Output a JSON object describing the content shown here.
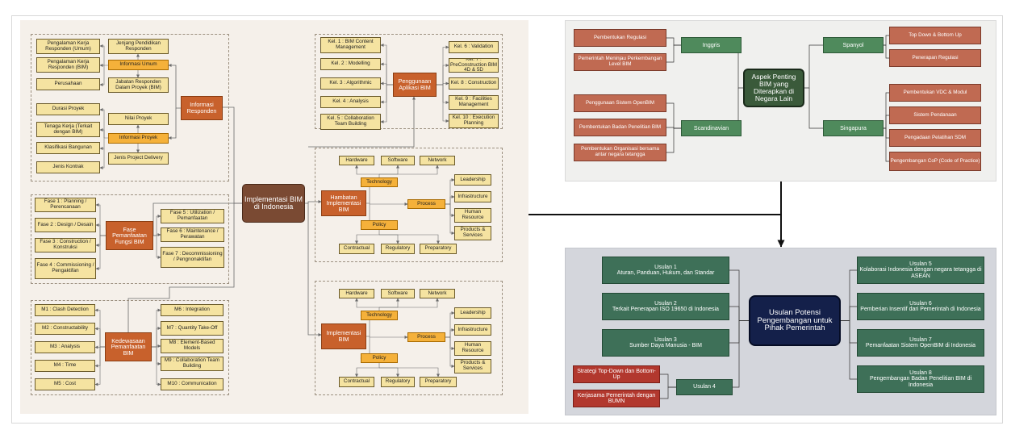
{
  "left": {
    "center": "Implementasi BIM di Indonesia",
    "informasi_responden": {
      "hub": "Informasi Responden",
      "umum": "Informasi Umum",
      "proyek": "Informasi Proyek",
      "items": [
        "Pengalaman Kerja Responden (Umum)",
        "Jenjang Pendidikan Responden",
        "Pengalaman Kerja Responden (BIM)",
        "Jabatan Responden Dalam Proyek (BIM)",
        "Perusahaan",
        "Durasi Proyek",
        "Nilai Proyek",
        "Tenaga Kerja (Terkait dengan BIM)",
        "Jenis Project Delivery",
        "Klasifikasi Bangunan",
        "Jenis Kontrak"
      ]
    },
    "fase": {
      "hub": "Fase Pemanfaatan Fungsi BIM",
      "items": [
        "Fase 1 : Planning / Perencanaan",
        "Fase 2 : Design / Desain",
        "Fase 3 : Construction / Konstruksi",
        "Fase 4 : Commissioning / Pengaktifan",
        "Fase 5 : Utilization / Pemanfaatan",
        "Fase 6 : Maintenance / Perawatan",
        "Fase 7 : Decommissioning / Pengnonaktifan"
      ]
    },
    "kedewasaan": {
      "hub": "Kedewasaan Pemanfaatan BIM",
      "items": [
        "M1 : Clash Detection",
        "M2 : Constructability",
        "M3 : Analysis",
        "M4 : Time",
        "M5 : Cost",
        "M6 : Integration",
        "M7 : Quantity Take-Off",
        "M8 : Element-Based Models",
        "M9 : Collaboration Team Building",
        "M10 : Communication"
      ]
    },
    "penggunaan": {
      "hub": "Penggunaan Aplikasi BIM",
      "items": [
        "Kel. 1 : BIM Content Management",
        "Kel. 2 : Modelling",
        "Kel. 3 : Algorithmic",
        "Kel. 4 : Analysis",
        "Kel. 5 : Collaboration Team Building",
        "Kel. 6 : Validation",
        "Kel. 7 : PreConstruction BIM 4D & 5D",
        "Kel. 8 : Construction",
        "Kel. 9 : Facilities Management",
        "Kel. 10 : Execution Planning"
      ]
    },
    "hambatan": {
      "hub": "Hambatan Implementasi BIM",
      "technology": "Technology",
      "process": "Process",
      "policy": "Policy",
      "tech_items": [
        "Hardware",
        "Software",
        "Network"
      ],
      "process_items": [
        "Leadership",
        "Infrastructure",
        "Human Resource",
        "Products & Services"
      ],
      "policy_items": [
        "Contractual",
        "Regulatory",
        "Preparatory"
      ]
    },
    "implementasi": {
      "hub": "Implementasi BIM",
      "technology": "Technology",
      "process": "Process",
      "policy": "Policy",
      "tech_items": [
        "Hardware",
        "Software",
        "Network"
      ],
      "process_items": [
        "Leadership",
        "Infrastructure",
        "Human Resource",
        "Products & Services"
      ],
      "policy_items": [
        "Contractual",
        "Regulatory",
        "Preparatory"
      ]
    }
  },
  "top_right": {
    "center": "Aspek Penting BIM yang Diterapkan di Negara Lain",
    "inggris": {
      "label": "Inggris",
      "items": [
        "Pembentukan Regulasi",
        "Pemerintah Meninjau Perkembangan Level BIM"
      ]
    },
    "scandinavian": {
      "label": "Scandinavian",
      "items": [
        "Penggunaan Sistem OpenBIM",
        "Pembentukan Badan Penelitian BIM",
        "Pembentukan Organisasi bersama antar negara tetangga"
      ]
    },
    "spanyol": {
      "label": "Spanyol",
      "items": [
        "Top Down & Bottom Up",
        "Penerapan Regulasi"
      ]
    },
    "singapura": {
      "label": "Singapura",
      "items": [
        "Pembentukan VDC & Modul",
        "Sistem Pendanaan",
        "Pengadaan Pelatihan SDM",
        "Pengembangan CoP (Code of Practice)"
      ]
    }
  },
  "bottom_right": {
    "center": "Usulan Potensi Pengembangan untuk Pihak Pemerintah",
    "usulan": [
      {
        "title": "Usulan 1",
        "text": "Aturan, Panduan, Hukum, dan Standar"
      },
      {
        "title": "Usulan 2",
        "text": "Terkait Penerapan ISO 19650 di Indonesia"
      },
      {
        "title": "Usulan 3",
        "text": "Sumber Daya Manusia - BIM"
      },
      {
        "title": "Usulan 4",
        "text": ""
      },
      {
        "title": "Usulan 5",
        "text": "Kolaborasi Indonesia dengan negara tetangga di ASEAN"
      },
      {
        "title": "Usulan 6",
        "text": "Pemberian Insentif dari Pemerintah di Indonesia"
      },
      {
        "title": "Usulan 7",
        "text": "Pemanfaatan Sistem OpenBIM di Indonesia"
      },
      {
        "title": "Usulan 8",
        "text": "Pengembangan Badan Penelitian BIM di Indonesia"
      }
    ],
    "usulan4_items": [
      "Strategi Top-Down dan Bottom-Up",
      "Kerjasama Pemerintah dengan BUMN"
    ]
  }
}
